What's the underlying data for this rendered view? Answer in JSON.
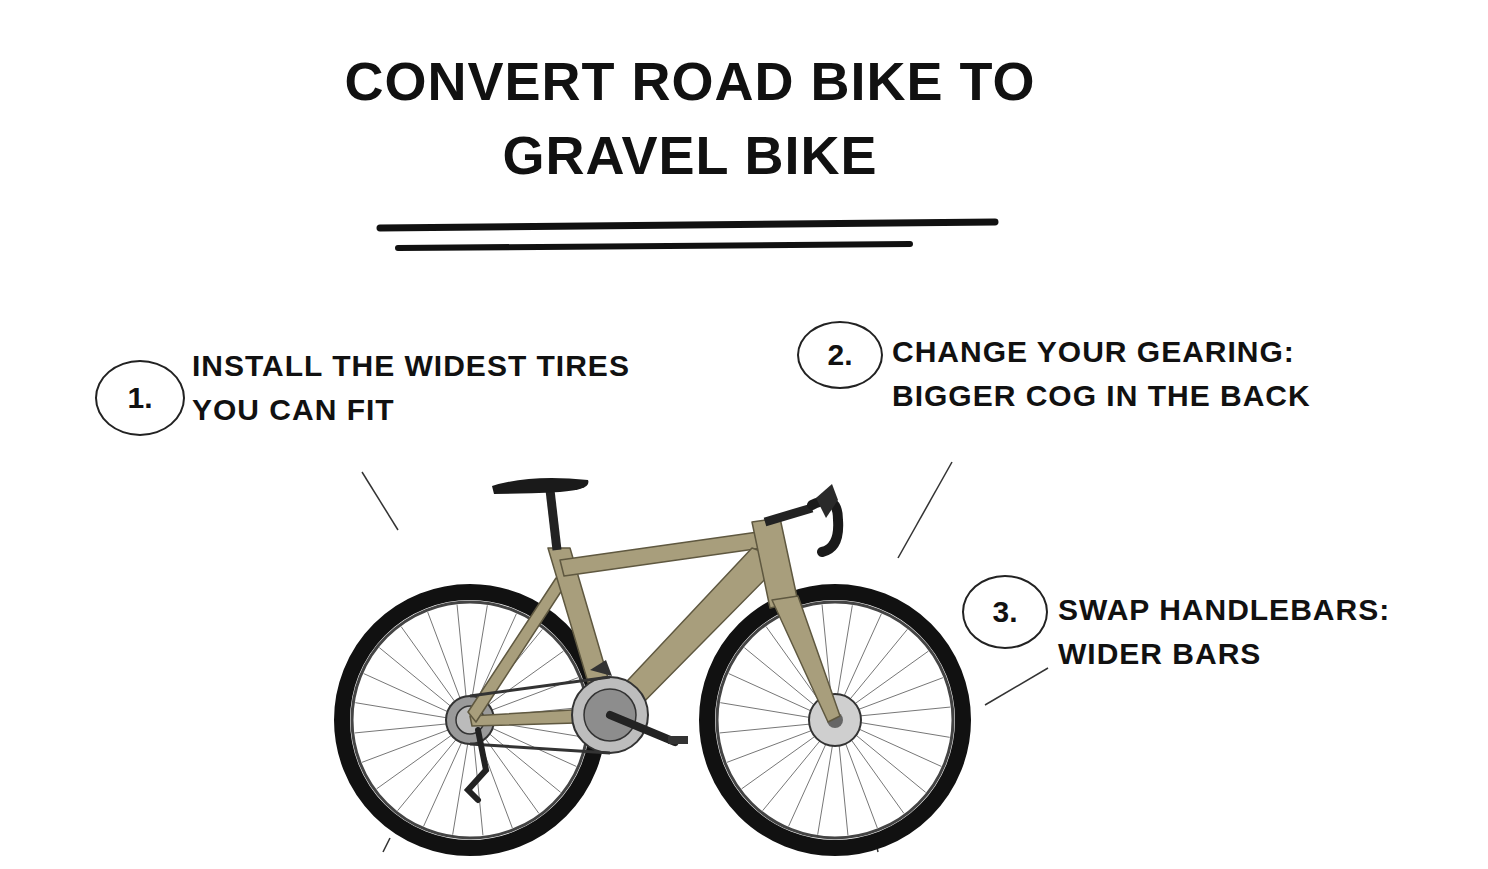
{
  "diagram": {
    "title": "CONVERT ROAD BIKE TO GRAVEL BIKE",
    "nodes": [
      {
        "text": [
          "1."
        ]
      },
      {
        "text": [
          "2."
        ]
      },
      {
        "text": [
          "3."
        ]
      }
    ],
    "labels": [
      "INSTALL THE WIDEST TIRES YOU CAN FIT",
      "CHANGE YOUR GEARING: BIGGER COG IN THE BACK",
      "SWAP HANDLEBARS: WIDER BARS"
    ]
  }
}
